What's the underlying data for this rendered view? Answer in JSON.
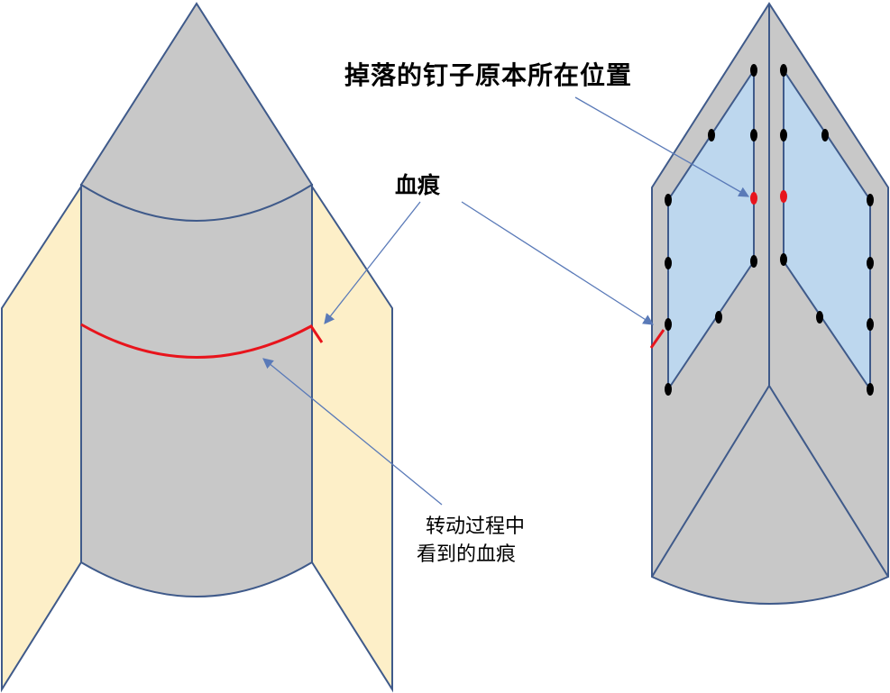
{
  "labels": {
    "nail_original_position": "掉落的钉子原本所在位置",
    "blood_stain": "血痕",
    "rotation_line1": "转动过程中",
    "rotation_line2": "看到的血痕"
  },
  "colors": {
    "body_gray": "#c8c8c8",
    "fin_yellow": "#fdefc8",
    "panel_blue": "#bdd7ee",
    "outline_blue": "#3f5a8a",
    "stain_red": "#e8141c",
    "nail_black": "#000000",
    "arrow_blue": "#5a7ab8"
  }
}
